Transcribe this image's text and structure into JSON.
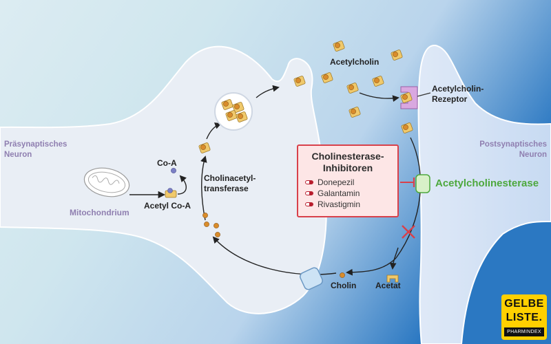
{
  "labels": {
    "presynaptic": [
      "Präsynaptisches",
      "Neuron"
    ],
    "postsynaptic": [
      "Postsynaptisches",
      "Neuron"
    ],
    "mitochondrium": "Mitochondrium",
    "coa": "Co-A",
    "acetyl_coa": "Acetyl Co-A",
    "cholinacetyltransferase": [
      "Cholinacetyl-",
      "transferase"
    ],
    "acetylcholin": "Acetylcholin",
    "receptor": [
      "Acetylcholin-",
      "Rezeptor"
    ],
    "acetylcholinesterase": "Acetylcholinesterase",
    "cholin": "Cholin",
    "acetat": "Acetat"
  },
  "inhibitors": {
    "title": [
      "Cholinesterase-",
      "Inhibitoren"
    ],
    "drugs": [
      "Donepezil",
      "Galantamin",
      "Rivastigmin"
    ]
  },
  "logo": {
    "line1": "GELBE",
    "line2": "LISTE.",
    "sub": "PHARMINDEX"
  },
  "colors": {
    "presynaptic_fill": "#e9eef5",
    "neuron_outline": "#ffffff",
    "ach_molecule": "#f0c96b",
    "ach_dot": "#d98c2b",
    "receptor": "#d9a8e0",
    "enzyme": "#d8f0c8",
    "transporter": "#cde3f5",
    "inhibitor_red": "#d8404a",
    "ache_green": "#4da83d",
    "coa_purple": "#7b7fc4",
    "logo_yellow": "#ffd000"
  }
}
